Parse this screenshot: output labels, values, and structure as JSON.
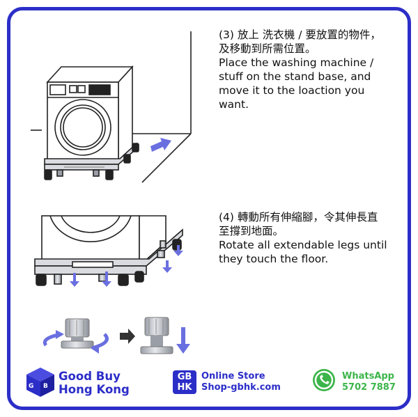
{
  "step3": {
    "lines": [
      "(3) 放上 洗衣機 / 要放置的物件，",
      "及移動到所需位置。",
      "Place the washing machine /",
      "stuff on the stand base, and",
      "move it to the loaction you",
      "want."
    ]
  },
  "step4": {
    "lines": [
      "(4) 轉動所有伸縮腳，令其伸長直",
      "至撐到地面。",
      "Rotate all extendable legs until",
      "they touch the floor."
    ]
  },
  "footer": {
    "brand": {
      "line1": "Good Buy",
      "line2": "Hong Kong"
    },
    "badge": {
      "line1": "GB",
      "line2": "HK"
    },
    "store": {
      "line1": "Online Store",
      "line2": "Shop-gbhk.com"
    },
    "whatsapp": {
      "line1": "WhatsApp",
      "line2": "5702 7887"
    }
  },
  "colors": {
    "brand_blue": "#2c2ec8",
    "arrow_blue": "#6a6fe0",
    "whatsapp_green": "#3cb54a"
  },
  "icons": [
    "box-logo-icon",
    "whatsapp-icon",
    "arrow-right-icon",
    "arrow-down-icon",
    "rotate-arrows-icon"
  ]
}
